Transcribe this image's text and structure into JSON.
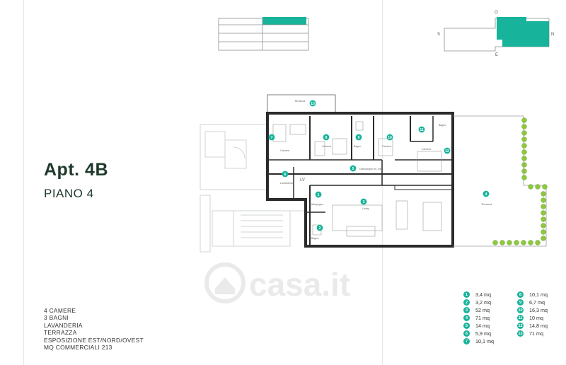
{
  "apartment": {
    "title": "Apt. 4B",
    "floor": "PIANO 4"
  },
  "features": [
    "4 CAMERE",
    "3 BAGNI",
    "LAVANDERIA",
    "TERRAZZA",
    "ESPOSIZIONE EST/NORD/OVEST",
    "MQ COMMERCIALI 213"
  ],
  "legend": [
    {
      "num": "1",
      "area": "3,4 mq"
    },
    {
      "num": "2",
      "area": "3,2 mq"
    },
    {
      "num": "3",
      "area": "52 mq"
    },
    {
      "num": "4",
      "area": "71 mq"
    },
    {
      "num": "5",
      "area": "14 mq"
    },
    {
      "num": "6",
      "area": "5,9 mq"
    },
    {
      "num": "7",
      "area": "10,1 mq"
    },
    {
      "num": "8",
      "area": "10,1 mq"
    },
    {
      "num": "9",
      "area": "6,7 mq"
    },
    {
      "num": "10",
      "area": "16,3 mq"
    },
    {
      "num": "11",
      "area": "10 mq"
    },
    {
      "num": "12",
      "area": "14,8 mq"
    },
    {
      "num": "13",
      "area": "71 mq"
    }
  ],
  "compass": {
    "n": "N",
    "s": "S",
    "e": "E",
    "o": "O"
  },
  "rooms": {
    "terrazza_top": "Terrazza",
    "terrazza_right": "Terrazza",
    "camera": "Camera",
    "bagno": "Bagno",
    "lavanderia": "Lavanderia",
    "disimpegno": "Disimpegno",
    "disimpegno_notte": "Disimpegno int. zona",
    "living": "Living",
    "lv": "LV"
  },
  "watermark": "casa.it",
  "colors": {
    "accent": "#17b39b",
    "walls": "#2b2b2b",
    "ghost": "#d2d4d3",
    "plants": "#8fc83d"
  }
}
